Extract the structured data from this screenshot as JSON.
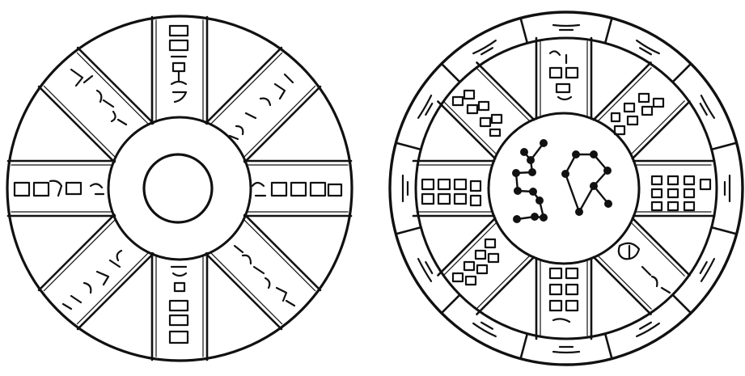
{
  "figures": [
    {
      "id": "left-disc",
      "spokes": 8,
      "center_motif": "ring"
    },
    {
      "id": "right-disc",
      "spokes": 8,
      "outer_band_segments": 12,
      "center_motif": "asterisms"
    }
  ],
  "colors": {
    "ink": "#111111",
    "paper": "#ffffff"
  },
  "icons": [
    "seal-script-glyph",
    "star-dot",
    "constellation-line"
  ]
}
